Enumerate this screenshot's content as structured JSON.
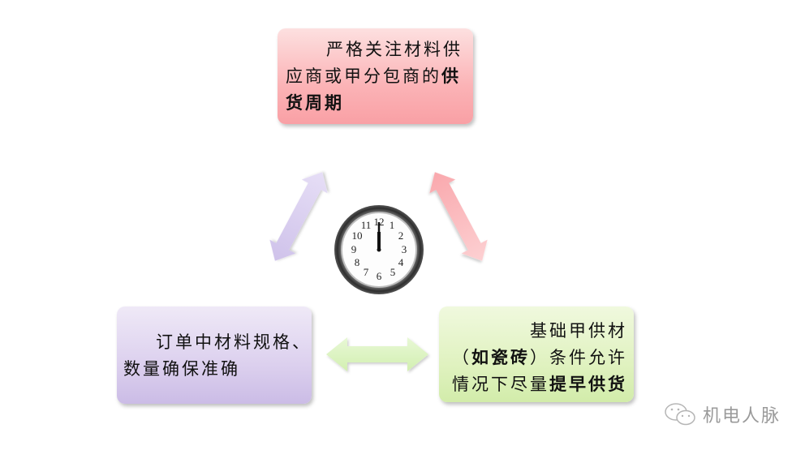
{
  "diagram": {
    "type": "cycle-diagram",
    "nodes": [
      {
        "id": "top",
        "color": "#fbb3b6",
        "lines": [
          {
            "segments": [
              {
                "text": "严格关注材料供",
                "bold": false
              }
            ]
          },
          {
            "segments": [
              {
                "text": "应商或甲分包商的",
                "bold": false
              },
              {
                "text": "供",
                "bold": true
              }
            ]
          },
          {
            "segments": [
              {
                "text": "货周期",
                "bold": true
              }
            ]
          }
        ]
      },
      {
        "id": "left",
        "color": "#dcd0ee",
        "lines": [
          {
            "segments": [
              {
                "text": "订单中材料规格、",
                "bold": false
              }
            ]
          },
          {
            "segments": [
              {
                "text": "数量确保准确",
                "bold": false
              }
            ]
          }
        ]
      },
      {
        "id": "right",
        "color": "#e0f2c0",
        "lines": [
          {
            "segments": [
              {
                "text": "基础甲供材",
                "bold": false
              }
            ]
          },
          {
            "segments": [
              {
                "text": "（",
                "bold": false
              },
              {
                "text": "如瓷砖",
                "bold": true
              },
              {
                "text": "）条件允许",
                "bold": false
              }
            ]
          },
          {
            "segments": [
              {
                "text": "情况下尽量",
                "bold": false
              },
              {
                "text": "提早供货",
                "bold": true
              }
            ]
          }
        ]
      }
    ],
    "arrows": [
      {
        "between": [
          "left",
          "top"
        ],
        "color": "#d8ccf0",
        "direction": "bidirectional"
      },
      {
        "between": [
          "top",
          "right"
        ],
        "color": "#fbb6b9",
        "direction": "bidirectional"
      },
      {
        "between": [
          "left",
          "right"
        ],
        "color": "#dff5c4",
        "direction": "bidirectional"
      }
    ],
    "center_icon": {
      "name": "clock-icon",
      "time": "12:00",
      "numerals": [
        "12",
        "1",
        "2",
        "3",
        "4",
        "5",
        "6",
        "7",
        "8",
        "9",
        "10",
        "11"
      ]
    }
  },
  "watermark": {
    "icon": "wechat-icon",
    "text": "机电人脉"
  }
}
